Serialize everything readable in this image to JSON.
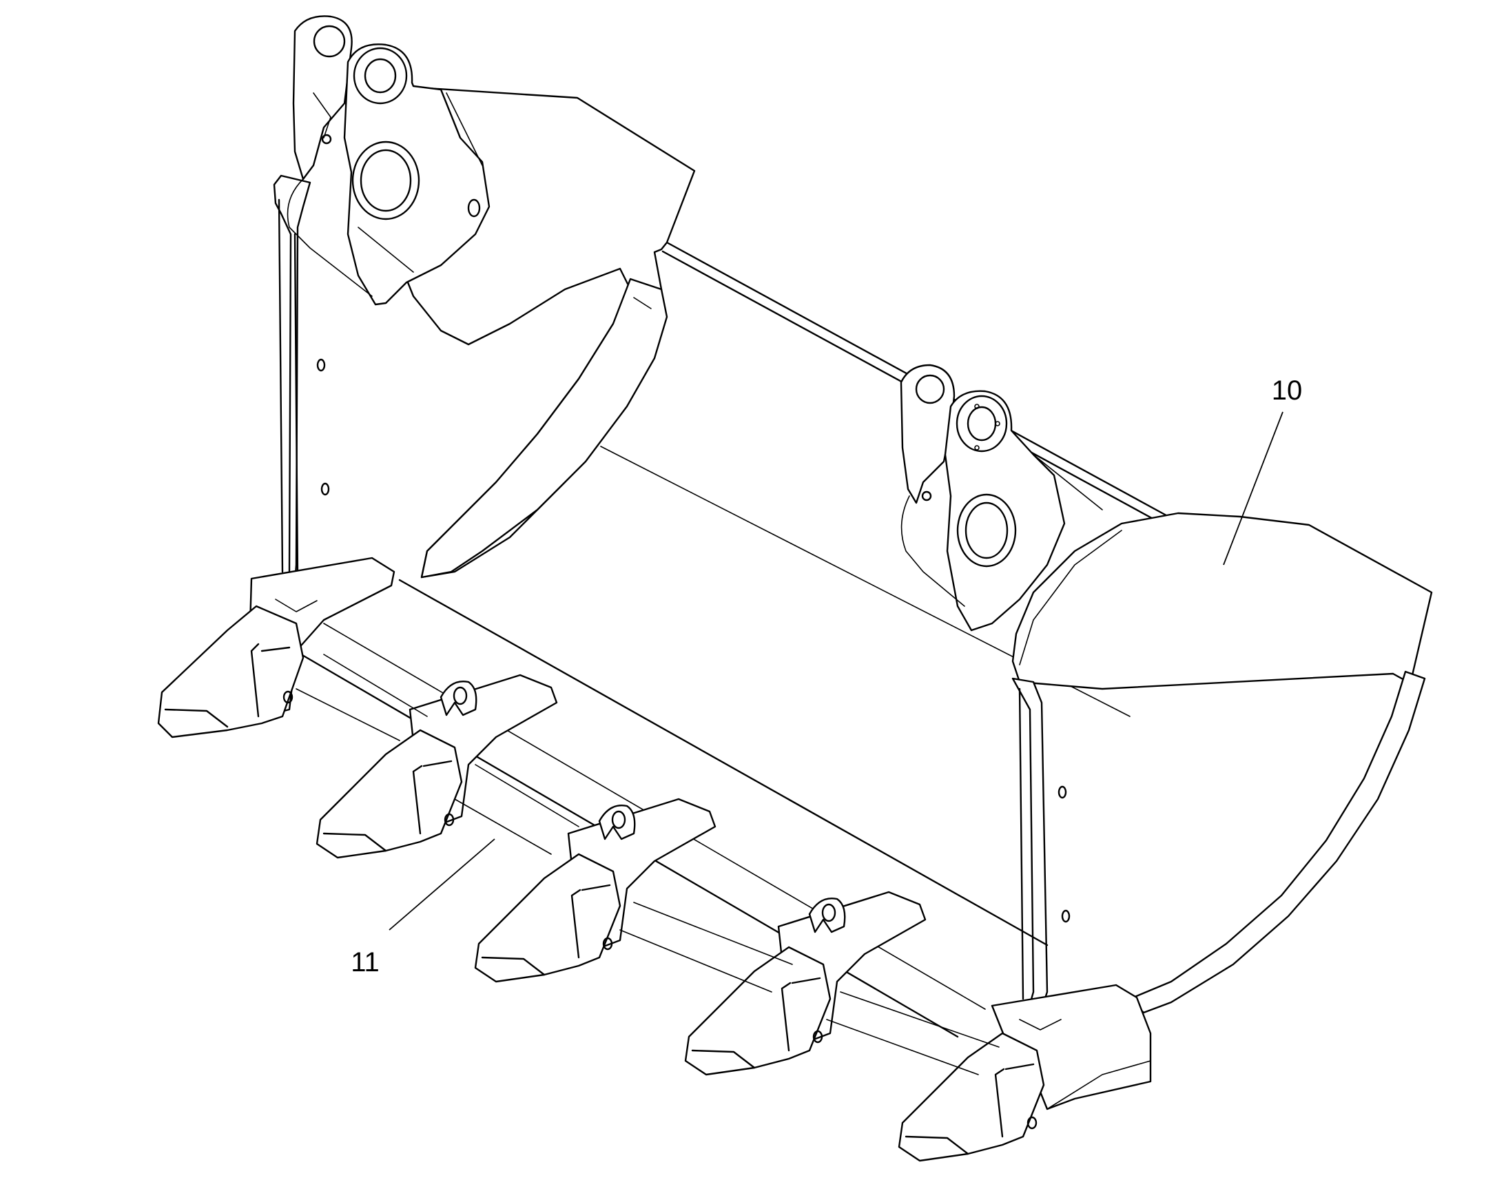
{
  "callouts": [
    {
      "id": "10",
      "label": "10"
    },
    {
      "id": "11",
      "label": "11"
    }
  ],
  "colors": {
    "line": "#000000",
    "background": "#ffffff"
  }
}
